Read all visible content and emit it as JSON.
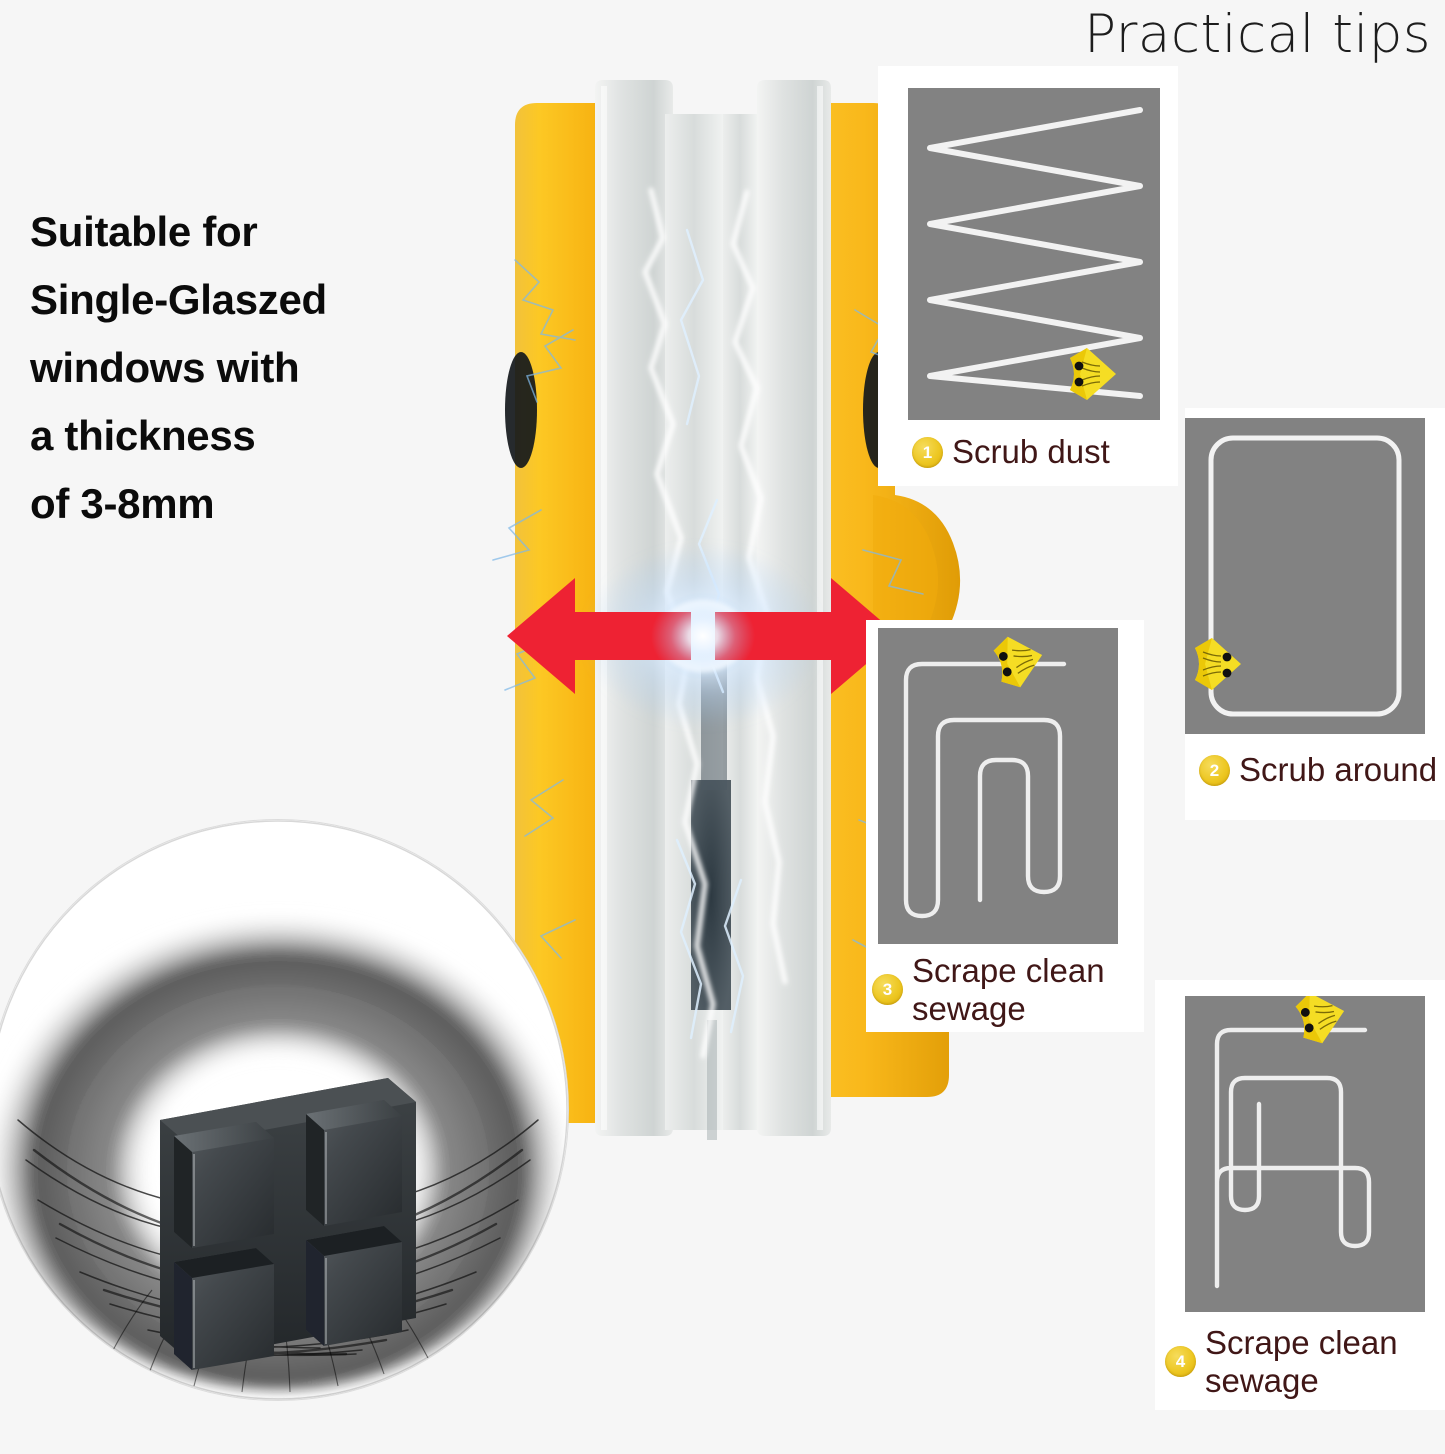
{
  "background_color": "#f6f6f6",
  "headline": {
    "lines": [
      "Suitable for",
      "Single-Glaszed",
      "windows with",
      "a thickness",
      "of 3-8mm"
    ],
    "full_text": "Suitable for Single-Glaszed windows with a thickness of 3-8mm",
    "color": "#0b0b0b"
  },
  "tips_section": {
    "title": "Practical tips",
    "title_color": "#1d1d1d",
    "panel_color": "#828282",
    "card_color": "#ffffff",
    "label_color": "#401717",
    "badge_color": "#edc722",
    "steps": [
      {
        "number": "1",
        "label": "Scrub dust",
        "label_lines": [
          "Scrub dust"
        ],
        "pattern": "zigzag",
        "tool_position": "bottom-right"
      },
      {
        "number": "2",
        "label": "Scrub around",
        "label_lines": [
          "Scrub around"
        ],
        "pattern": "rounded-rectangle-outline",
        "tool_position": "bottom-left"
      },
      {
        "number": "3",
        "label": "Scrape clean sewage",
        "label_lines": [
          "Scrape clean",
          "sewage"
        ],
        "pattern": "nested-u-spiral",
        "tool_position": "top-right"
      },
      {
        "number": "4",
        "label": "Scrape clean sewage",
        "label_lines": [
          "Scrape clean",
          "sewage"
        ],
        "pattern": "nested-u-spiral",
        "tool_position": "top-right"
      }
    ]
  },
  "product": {
    "name": "magnetic double-sided window cleaner",
    "body_color": "#f9bb1b",
    "blade_color": "#e2e4e3",
    "arrow_color": "#ee2233",
    "spark_color": "#ffffff",
    "arrow_meaning": "adjustable gap / magnetic attraction"
  },
  "magnet_inset": {
    "label": "magnet detail",
    "magnet_color": "#3a3d40",
    "filings_color": "#262626",
    "magnet_count": 4
  }
}
